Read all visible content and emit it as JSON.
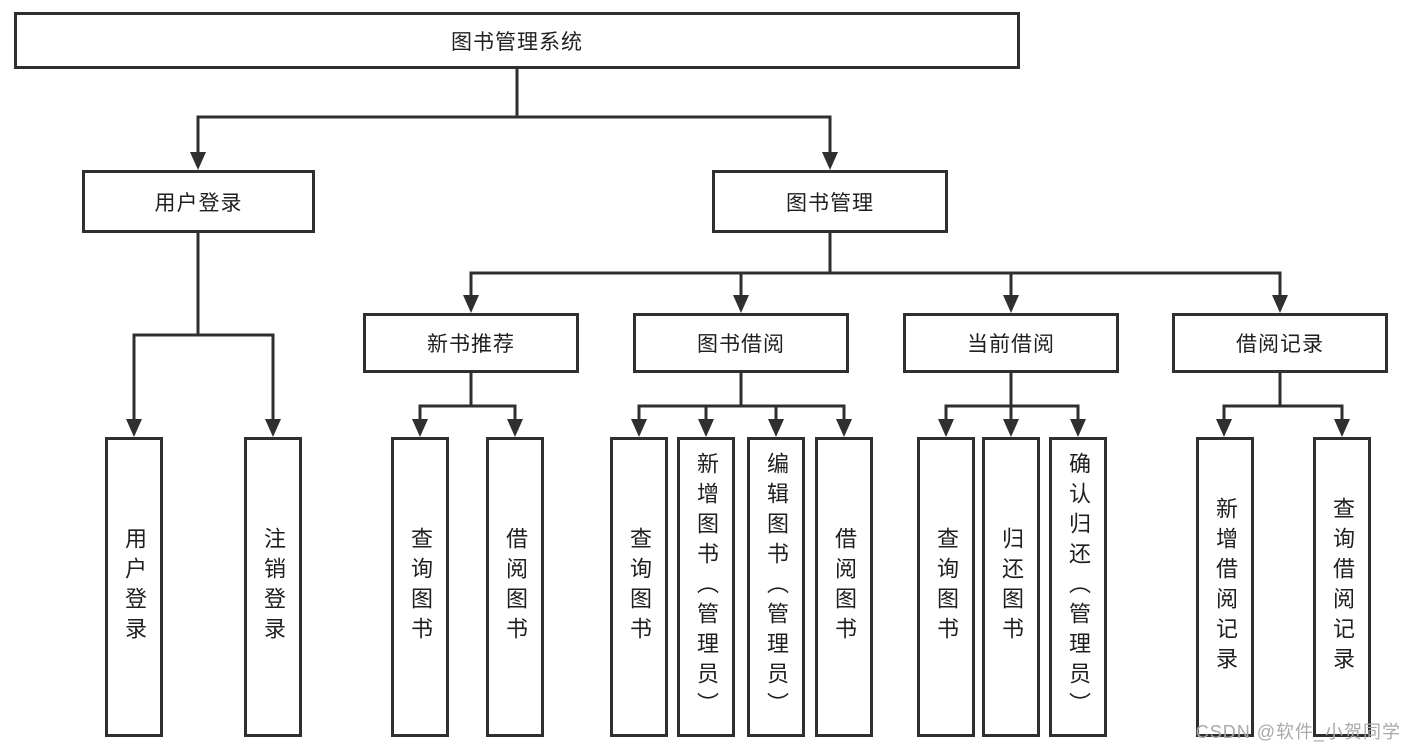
{
  "diagram": {
    "root": {
      "label": "图书管理系统"
    },
    "level2": [
      {
        "label": "用户登录"
      },
      {
        "label": "图书管理"
      }
    ],
    "level3": [
      {
        "label": "新书推荐"
      },
      {
        "label": "图书借阅"
      },
      {
        "label": "当前借阅"
      },
      {
        "label": "借阅记录"
      }
    ],
    "leaves": {
      "login": [
        {
          "label": "用户登录"
        },
        {
          "label": "注销登录"
        }
      ],
      "recommend": [
        {
          "label": "查询图书"
        },
        {
          "label": "借阅图书"
        }
      ],
      "borrow": [
        {
          "label": "查询图书"
        },
        {
          "label": "新增图书（管理员）"
        },
        {
          "label": "编辑图书（管理员）"
        },
        {
          "label": "借阅图书"
        }
      ],
      "current": [
        {
          "label": "查询图书"
        },
        {
          "label": "归还图书"
        },
        {
          "label": "确认归还（管理员）"
        }
      ],
      "records": [
        {
          "label": "新增借阅记录"
        },
        {
          "label": "查询借阅记录"
        }
      ]
    },
    "watermark": "CSDN @软件_小贺同学"
  },
  "colors": {
    "line": "#2f2f2f",
    "text": "#1f1f1f",
    "watermark": "#a9a9a9",
    "background": "#ffffff"
  }
}
